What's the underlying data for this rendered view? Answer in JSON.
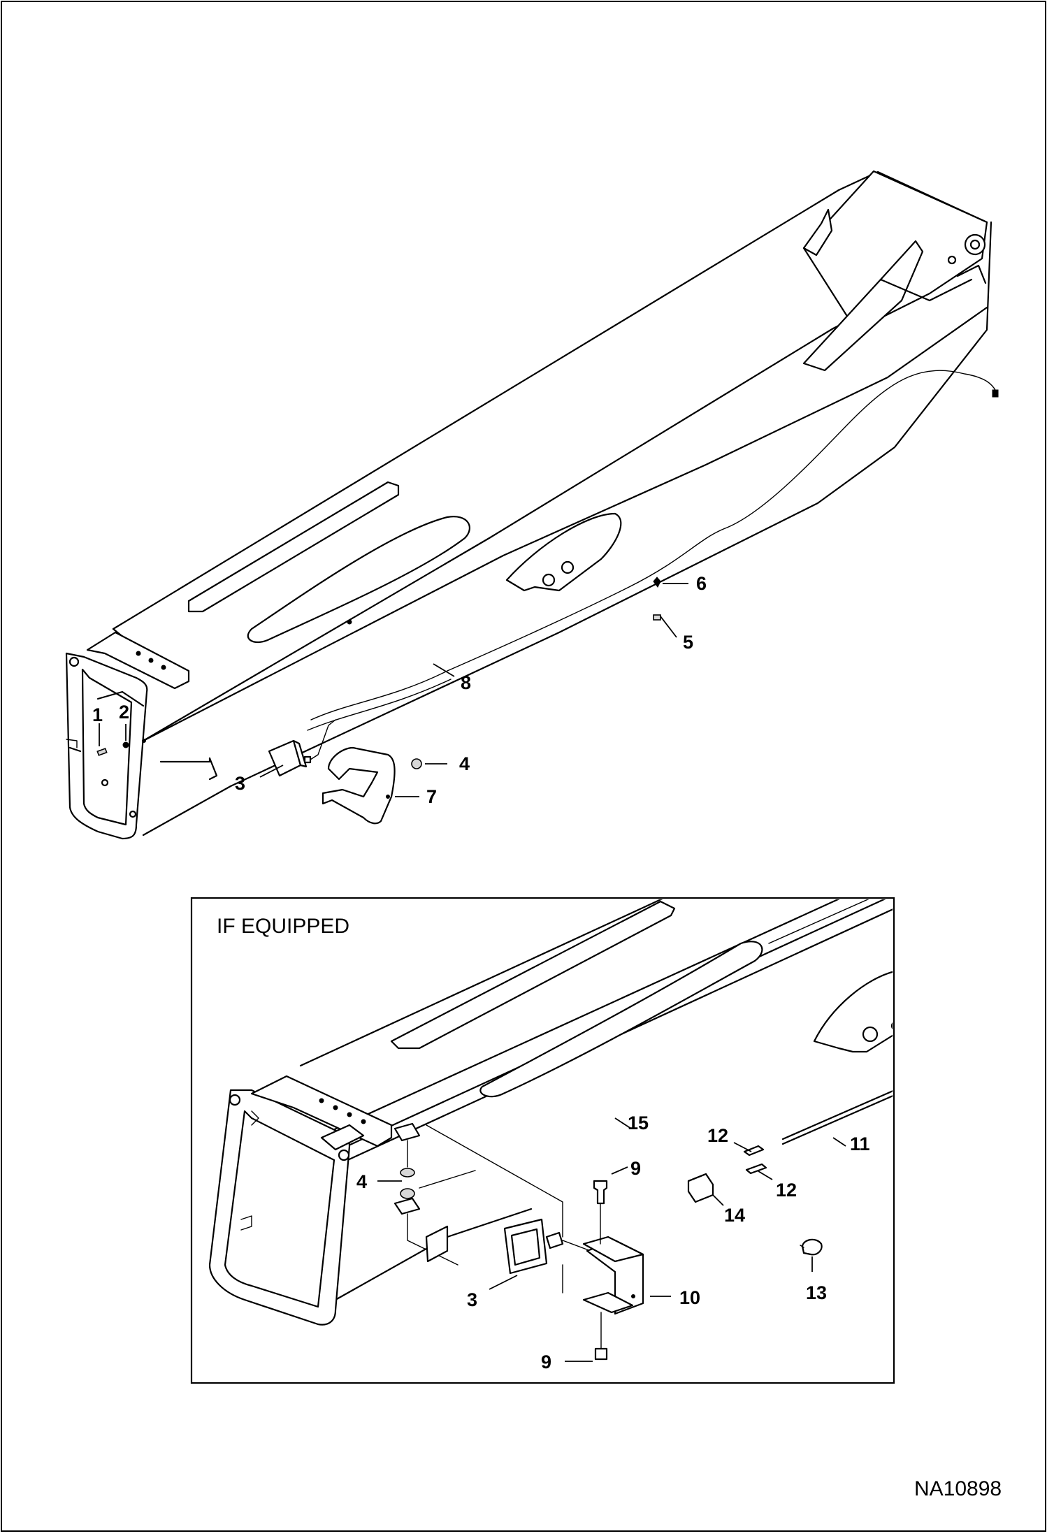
{
  "inset": {
    "title": "IF EQUIPPED"
  },
  "drawing_id": "NA10898",
  "callouts_main": [
    "1",
    "2",
    "3",
    "4",
    "5",
    "6",
    "7",
    "8"
  ],
  "callouts_inset": [
    "3",
    "4",
    "9",
    "9",
    "10",
    "11",
    "12",
    "12",
    "13",
    "14",
    "15"
  ]
}
